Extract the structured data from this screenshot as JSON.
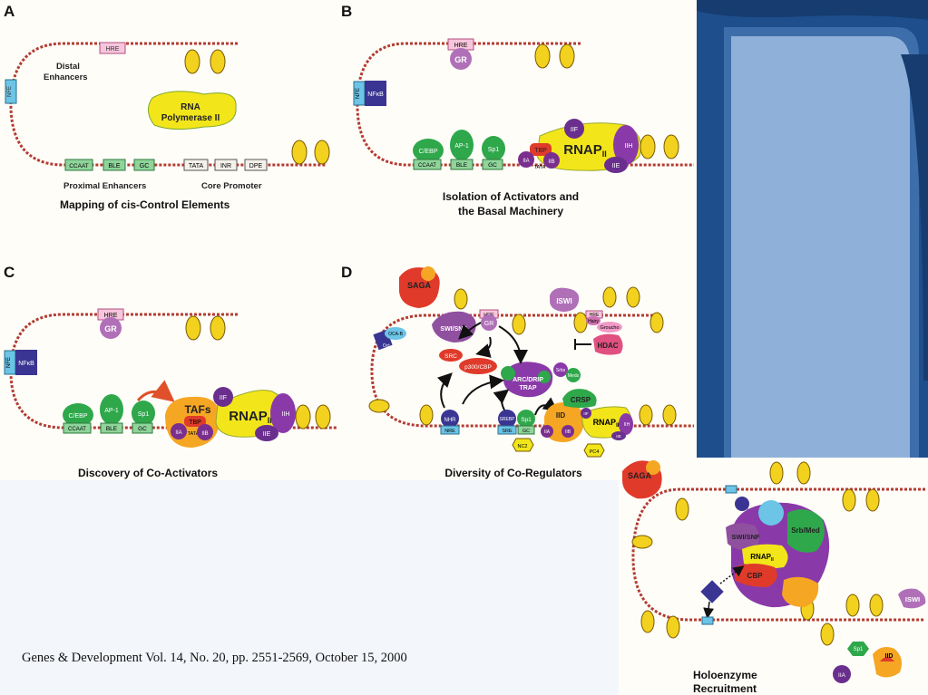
{
  "panels": {
    "A": {
      "letter": "A",
      "labels": {
        "hre": "HRE",
        "nfe": "NFE",
        "distal_1": "Distal",
        "distal_2": "Enhancers",
        "rna_1": "RNA",
        "rna_2": "Polymerase II",
        "ccaat": "CCAAT",
        "ble": "BLE",
        "gc": "GC",
        "tata": "TATA",
        "inr": "INR",
        "dpe": "DPE",
        "proximal": "Proximal Enhancers",
        "core": "Core Promoter"
      },
      "caption": "Mapping of cis-Control Elements"
    },
    "B": {
      "letter": "B",
      "labels": {
        "hre": "HRE",
        "gr": "GR",
        "nfe": "NFE",
        "nfkb": "NFκB",
        "cebp": "C/EBP",
        "ap1": "AP-1",
        "sp1": "Sp1",
        "ccaat": "CCAAT",
        "ble": "BLE",
        "gc": "GC",
        "tbp": "TBP",
        "iia": "IIA",
        "iib": "IIB",
        "tata": "TATA",
        "rnap": "RNAP",
        "rnap_sub": "II",
        "iif": "IIF",
        "iih": "IIH",
        "iie": "IIE"
      },
      "caption_1": "Isolation of Activators and",
      "caption_2": "the Basal Machinery"
    },
    "C": {
      "letter": "C",
      "labels": {
        "hre": "HRE",
        "gr": "GR",
        "nfe": "NFE",
        "nfkb": "NFκB",
        "cebp": "C/EBP",
        "ap1": "AP-1",
        "sp1": "Sp1",
        "ccaat": "CCAAT",
        "ble": "BLE",
        "gc": "GC",
        "tafs": "TAFs",
        "tbp": "TBP",
        "tata": "TATA",
        "iia": "IIA",
        "iib": "IIB",
        "rnap": "RNAP",
        "rnap_sub": "II",
        "iif": "IIF",
        "iih": "IIH",
        "iie": "IIE"
      },
      "caption": "Discovery of Co-Activators"
    },
    "D": {
      "letter": "D",
      "labels": {
        "saga": "SAGA",
        "iswi": "ISWI",
        "hre_gr_1": "HRE",
        "hre_gr_2": "GR",
        "swisnf": "SWI/SNF",
        "oca_b": "OCA-B",
        "oct1": "Oct-1",
        "hre2": "HRE",
        "hairy": "Hairy",
        "groucho": "Groucho",
        "hdac": "HDAC",
        "src": "SRC",
        "p300": "p300/CBP",
        "arc_1": "ARC/DRIP",
        "arc_2": "TRAP",
        "srbs_1": "Srbs",
        "srbs_2": "Meds",
        "crsp": "CRSP",
        "nhr": "NHR",
        "nre": "NRE",
        "srebp": "SREBP",
        "sp1": "Sp1",
        "sre": "SRE",
        "gc": "GC",
        "iid": "IID",
        "iif": "IIF",
        "iia": "IIA",
        "iib": "IIB",
        "rnap": "RNAP",
        "rnap_sub": "II",
        "iih": "IIH",
        "iie": "IIE",
        "nc2": "NC2",
        "pc4": "PC4"
      },
      "caption": "Diversity of Co-Regulators"
    },
    "E": {
      "labels": {
        "saga": "SAGA",
        "swisnf": "SWI/SNF",
        "srbmed": "Srb/Med",
        "rnap": "RNAP",
        "rnap_sub": "II",
        "cbp": "CBP",
        "iswi": "ISWI",
        "sp1": "Sp1",
        "iid": "IID",
        "iia": "IIA"
      },
      "caption_1": "Holoenzyme",
      "caption_2": "Recruitment"
    }
  },
  "citation": "Genes & Development Vol. 14, No. 20, pp. 2551-2569, October 15, 2000",
  "colors": {
    "dna": "#b33c32",
    "nucleosome": "#f2d21e",
    "activator_green": "#2ea84a",
    "box_green": "#8fd49a",
    "pink_box": "#f7c6dc",
    "purple": "#8a3aa8",
    "navy": "#3a3592",
    "cyan_box": "#6cc4e6",
    "rnap_yellow": "#f2e61a",
    "red": "#e03a2a",
    "orange": "#f5a623",
    "slide_blue": "#1e4e8c"
  }
}
